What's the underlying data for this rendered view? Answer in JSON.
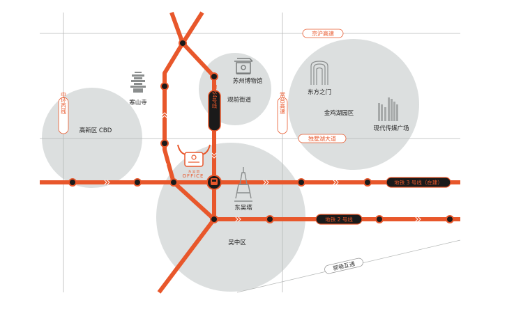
{
  "colors": {
    "metro": "#e8572b",
    "station_fill": "#1a1a1a",
    "circle": "#d9dcdb",
    "road": "#b0b3b2",
    "road_label": "#e8572b"
  },
  "roads": {
    "jinghu": "京沪高速",
    "zhonghuan": "中环西线",
    "changtai": "常台高速",
    "dushu_lake_ave": "独墅湖大道",
    "guoxiang": "郭巷互通"
  },
  "areas": {
    "hanshan_temple": "寒山寺",
    "gaoxin_cbd": "高新区 CBD",
    "suzhou_museum": "苏州博物馆",
    "guanqian_street": "观前街道",
    "gate_of_orient": "东方之门",
    "jinji_lake": "金鸡湖园区",
    "modern_media_plaza": "现代传媒广场",
    "dongwu_tower": "东吴塔",
    "wuzhong": "吴中区"
  },
  "metro": {
    "line4": "地铁4号线",
    "line3": "地铁 3 号线（在建）",
    "line2": "地铁 2 号线"
  },
  "office": {
    "title": "OFFICE",
    "subtitle": "东 吴 塔"
  },
  "icons": {
    "office_center": "metro-station-icon",
    "temple": "pagoda-icon",
    "museum": "museum-icon",
    "gate": "gate-icon",
    "media": "building-icon",
    "tower": "tower-icon",
    "office": "office-bull-icon"
  }
}
